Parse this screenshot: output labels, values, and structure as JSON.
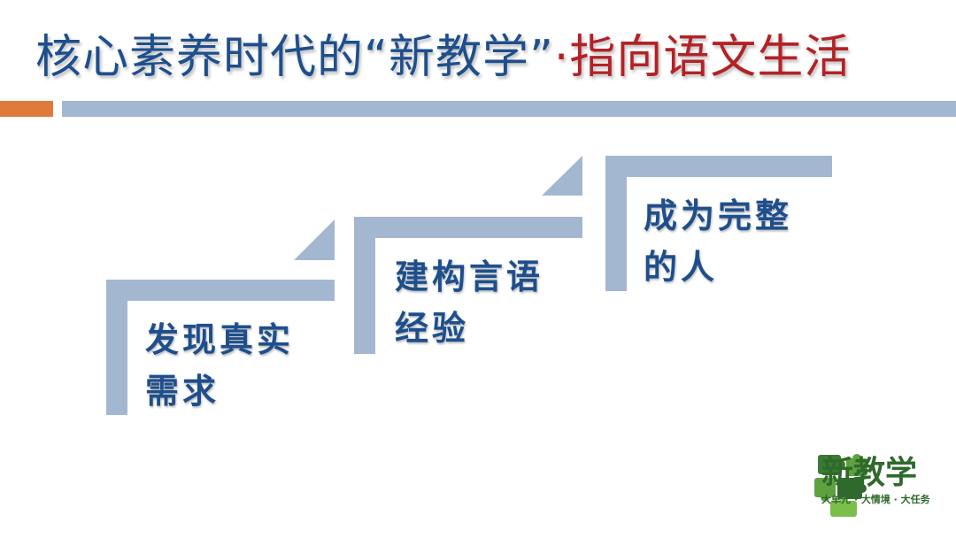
{
  "slide": {
    "title_part1": "核心素养时代的“新教学”",
    "title_part2": "·指向语文生活",
    "steps": [
      {
        "line1": "发现真实",
        "line2": "需求"
      },
      {
        "line1": "建构言语",
        "line2": "经验"
      },
      {
        "line1": "成为完整",
        "line2": "的人"
      }
    ],
    "logo": {
      "name": "新教学",
      "tagline": "大单元 · 大情境 · 大任务"
    }
  },
  "colors": {
    "title_blue": "#1e4f8c",
    "title_red": "#b22226",
    "accent_orange": "#e07a3c",
    "frame_blue": "#a4b7d1",
    "logo_green": "#2f6a2c"
  }
}
